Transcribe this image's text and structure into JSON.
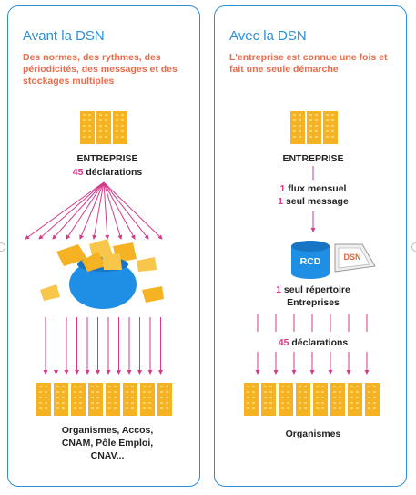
{
  "left": {
    "title": "Avant la DSN",
    "subtitle": "Des normes, des rythmes, des périodicités, des messages et des stockages multiples",
    "company_label": "ENTREPRISE",
    "declarations_count": "45",
    "declarations_label": "déclarations",
    "organisms_line1": "Organismes, Accos,",
    "organisms_line2": "CNAM, Pôle Emploi,",
    "organisms_line3": "CNAV..."
  },
  "right": {
    "title": "Avec la DSN",
    "subtitle": "L'entreprise est connue une fois et fait une seule démarche",
    "company_label": "ENTREPRISE",
    "flux_count": "1",
    "flux_label": "flux mensuel",
    "message_count": "1",
    "message_label": "seul message",
    "rcd_label": "RCD",
    "dsn_label": "DSN",
    "repertoire_count": "1",
    "repertoire_line1": "seul répertoire",
    "repertoire_line2": "Entreprises",
    "declarations_count": "45",
    "declarations_label": "déclarations",
    "organisms_label": "Organismes"
  },
  "colors": {
    "accent_blue": "#2b8fd8",
    "subtitle_orange": "#ea6b4a",
    "arrow_magenta": "#d33a8a",
    "building_gold": "#f5b324",
    "cylinder_blue": "#1f8fe6"
  },
  "icons": [
    "building-icon",
    "money-bag-icon",
    "database-cylinder-icon",
    "dsn-logo-icon"
  ]
}
